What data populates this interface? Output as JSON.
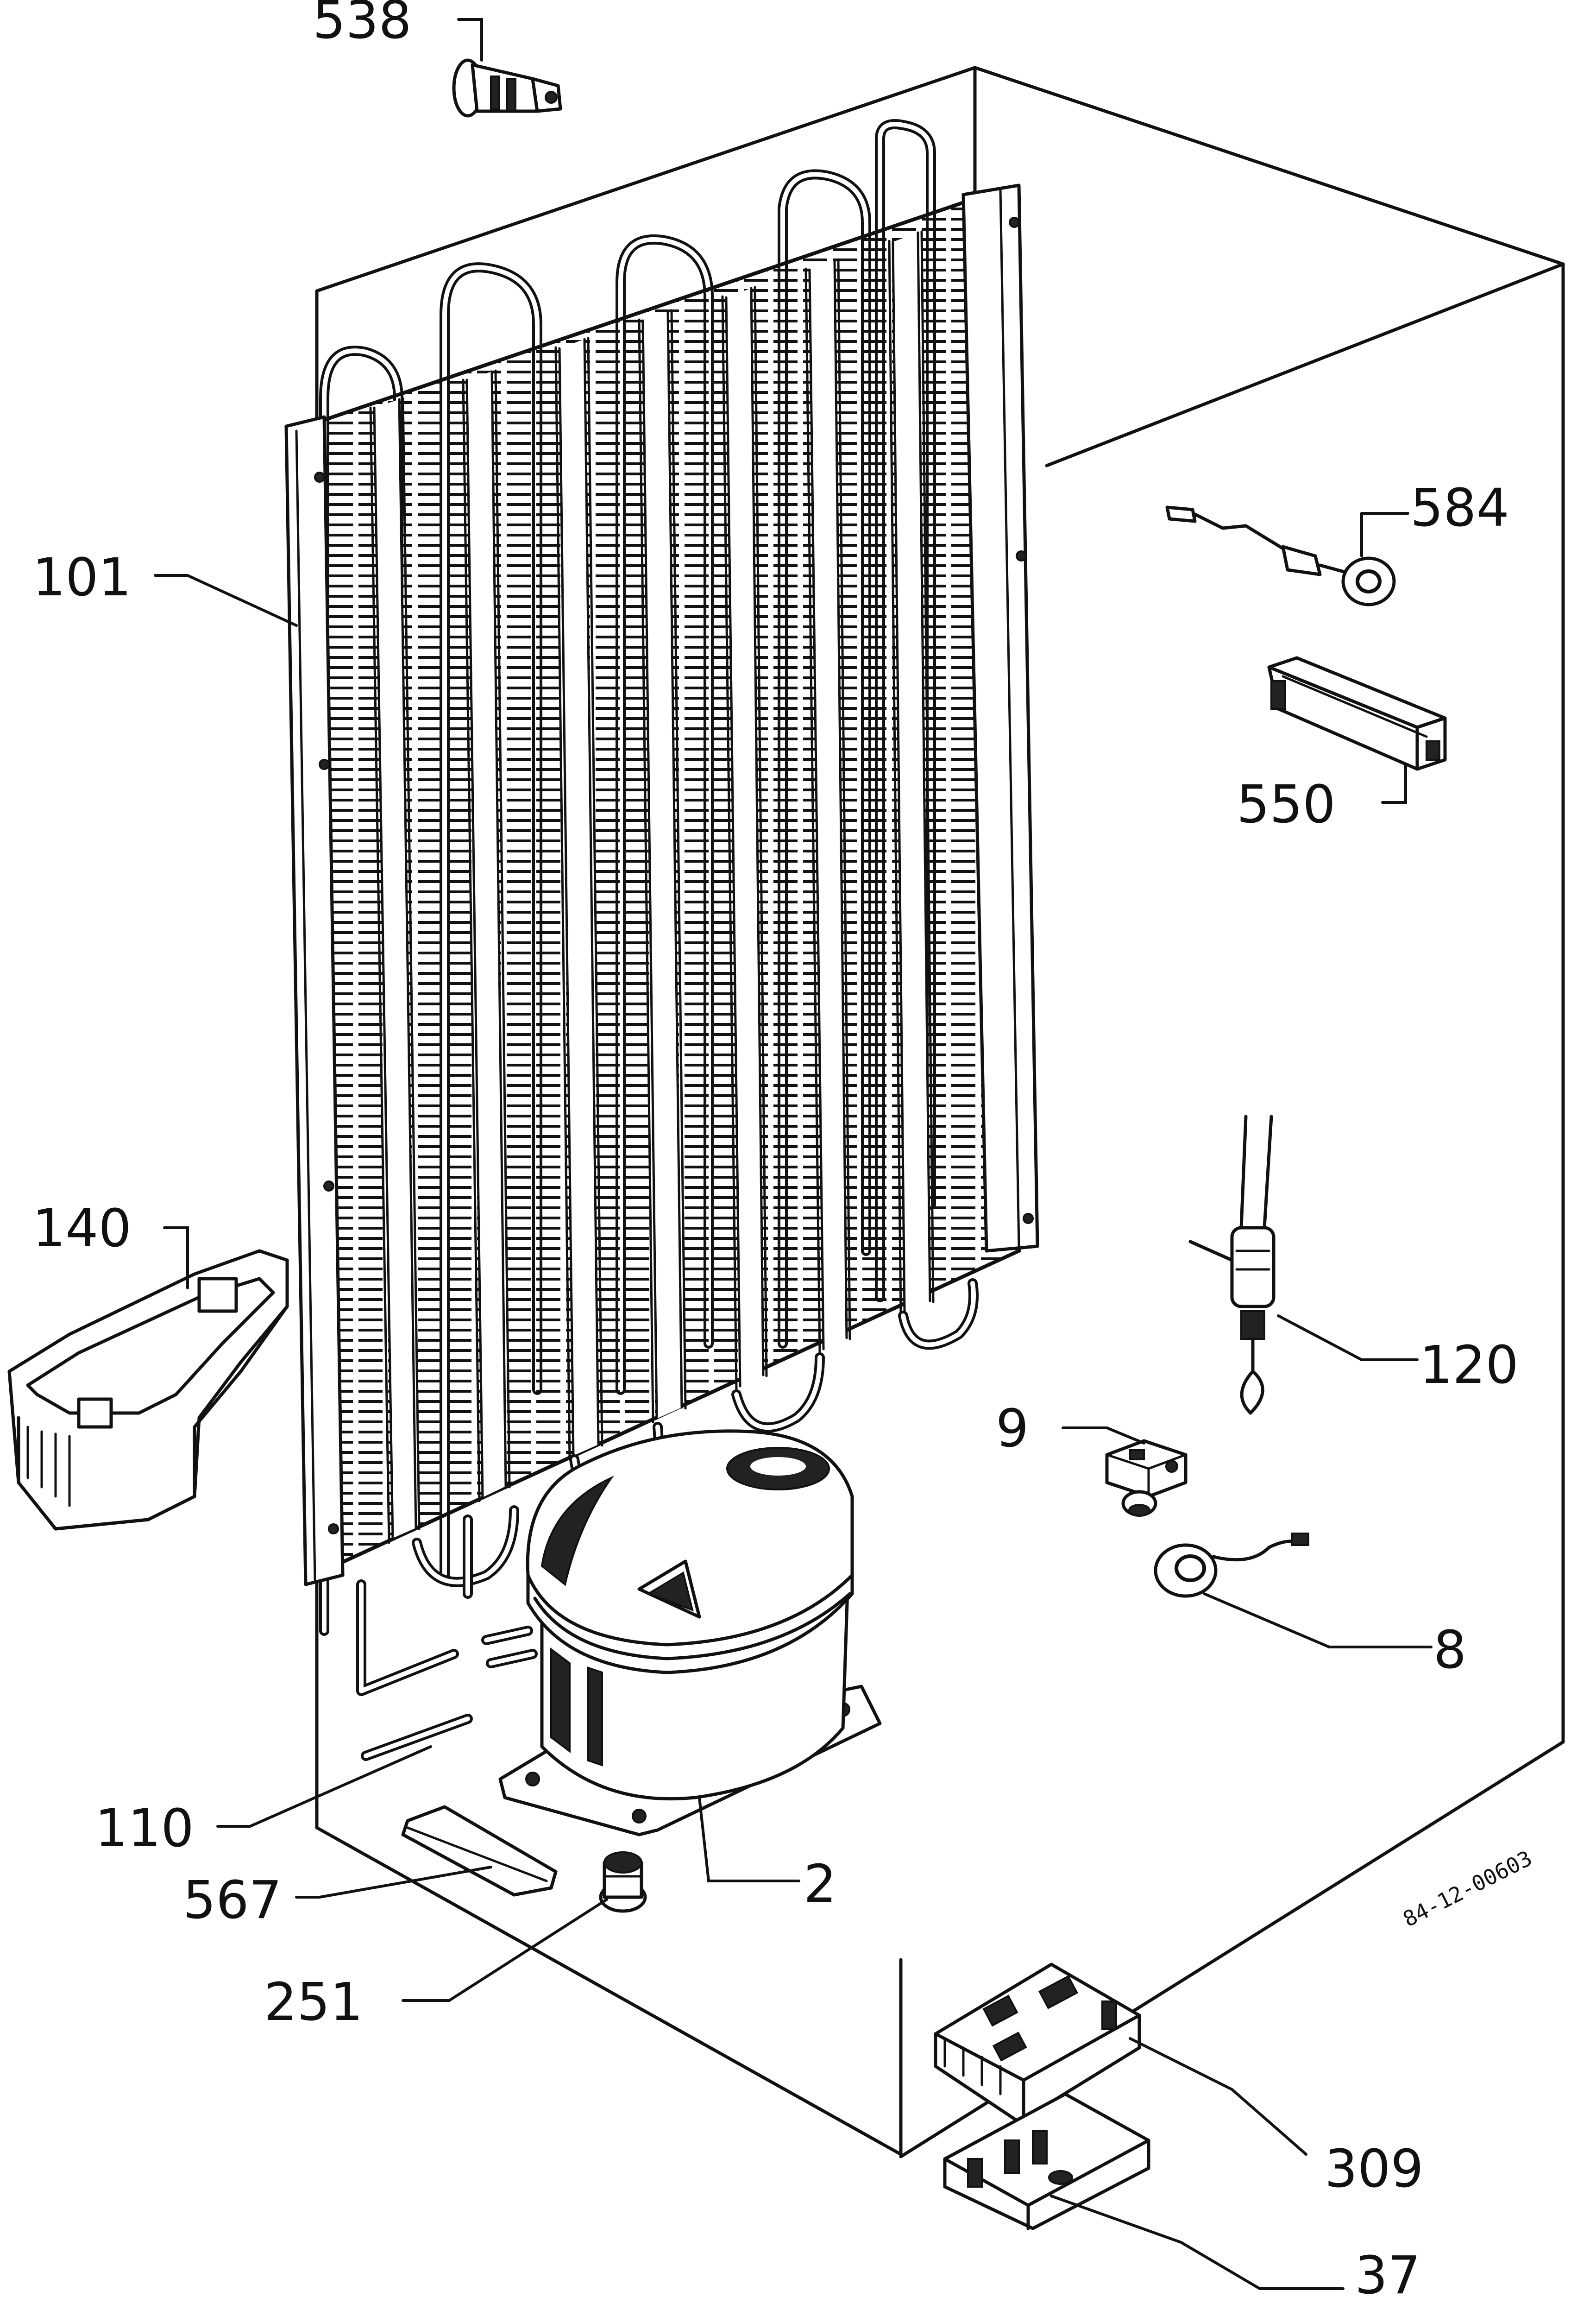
{
  "diagram_code": "84-12-00603",
  "parts": [
    {
      "id": "538"
    },
    {
      "id": "584"
    },
    {
      "id": "101"
    },
    {
      "id": "550"
    },
    {
      "id": "140"
    },
    {
      "id": "120"
    },
    {
      "id": "9"
    },
    {
      "id": "8"
    },
    {
      "id": "110"
    },
    {
      "id": "2"
    },
    {
      "id": "567"
    },
    {
      "id": "251"
    },
    {
      "id": "309"
    },
    {
      "id": "37"
    }
  ]
}
